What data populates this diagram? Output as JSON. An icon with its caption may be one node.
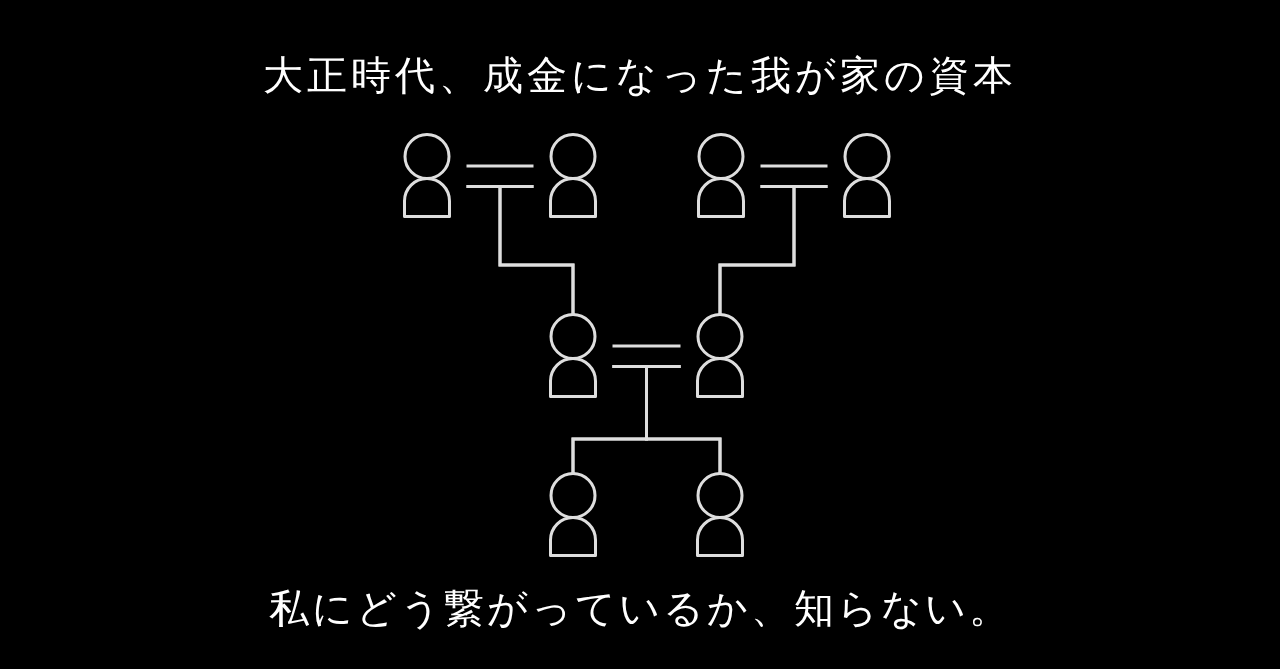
{
  "diagram": {
    "title": "大正時代、成金になった我が家の資本",
    "caption": "私にどう繋がっているか、知らない。",
    "nodes": [
      {
        "text": [],
        "shape": "person"
      },
      {
        "text": [],
        "shape": "person"
      },
      {
        "text": [],
        "shape": "person"
      },
      {
        "text": [],
        "shape": "person"
      },
      {
        "text": [],
        "shape": "person"
      },
      {
        "text": [],
        "shape": "person"
      },
      {
        "text": [],
        "shape": "person"
      },
      {
        "text": [],
        "shape": "person"
      }
    ],
    "edges": [
      {
        "from": 0,
        "to": 1,
        "arrow": "none"
      },
      {
        "from": 0,
        "to": 4,
        "arrow": "none"
      },
      {
        "from": 1,
        "to": 4,
        "arrow": "none"
      },
      {
        "from": 2,
        "to": 3,
        "arrow": "none"
      },
      {
        "from": 2,
        "to": 5,
        "arrow": "none"
      },
      {
        "from": 3,
        "to": 5,
        "arrow": "none"
      },
      {
        "from": 4,
        "to": 5,
        "arrow": "none"
      },
      {
        "from": 4,
        "to": 6,
        "arrow": "none"
      },
      {
        "from": 5,
        "to": 6,
        "arrow": "none"
      },
      {
        "from": 4,
        "to": 7,
        "arrow": "none"
      },
      {
        "from": 5,
        "to": 7,
        "arrow": "none"
      }
    ]
  }
}
